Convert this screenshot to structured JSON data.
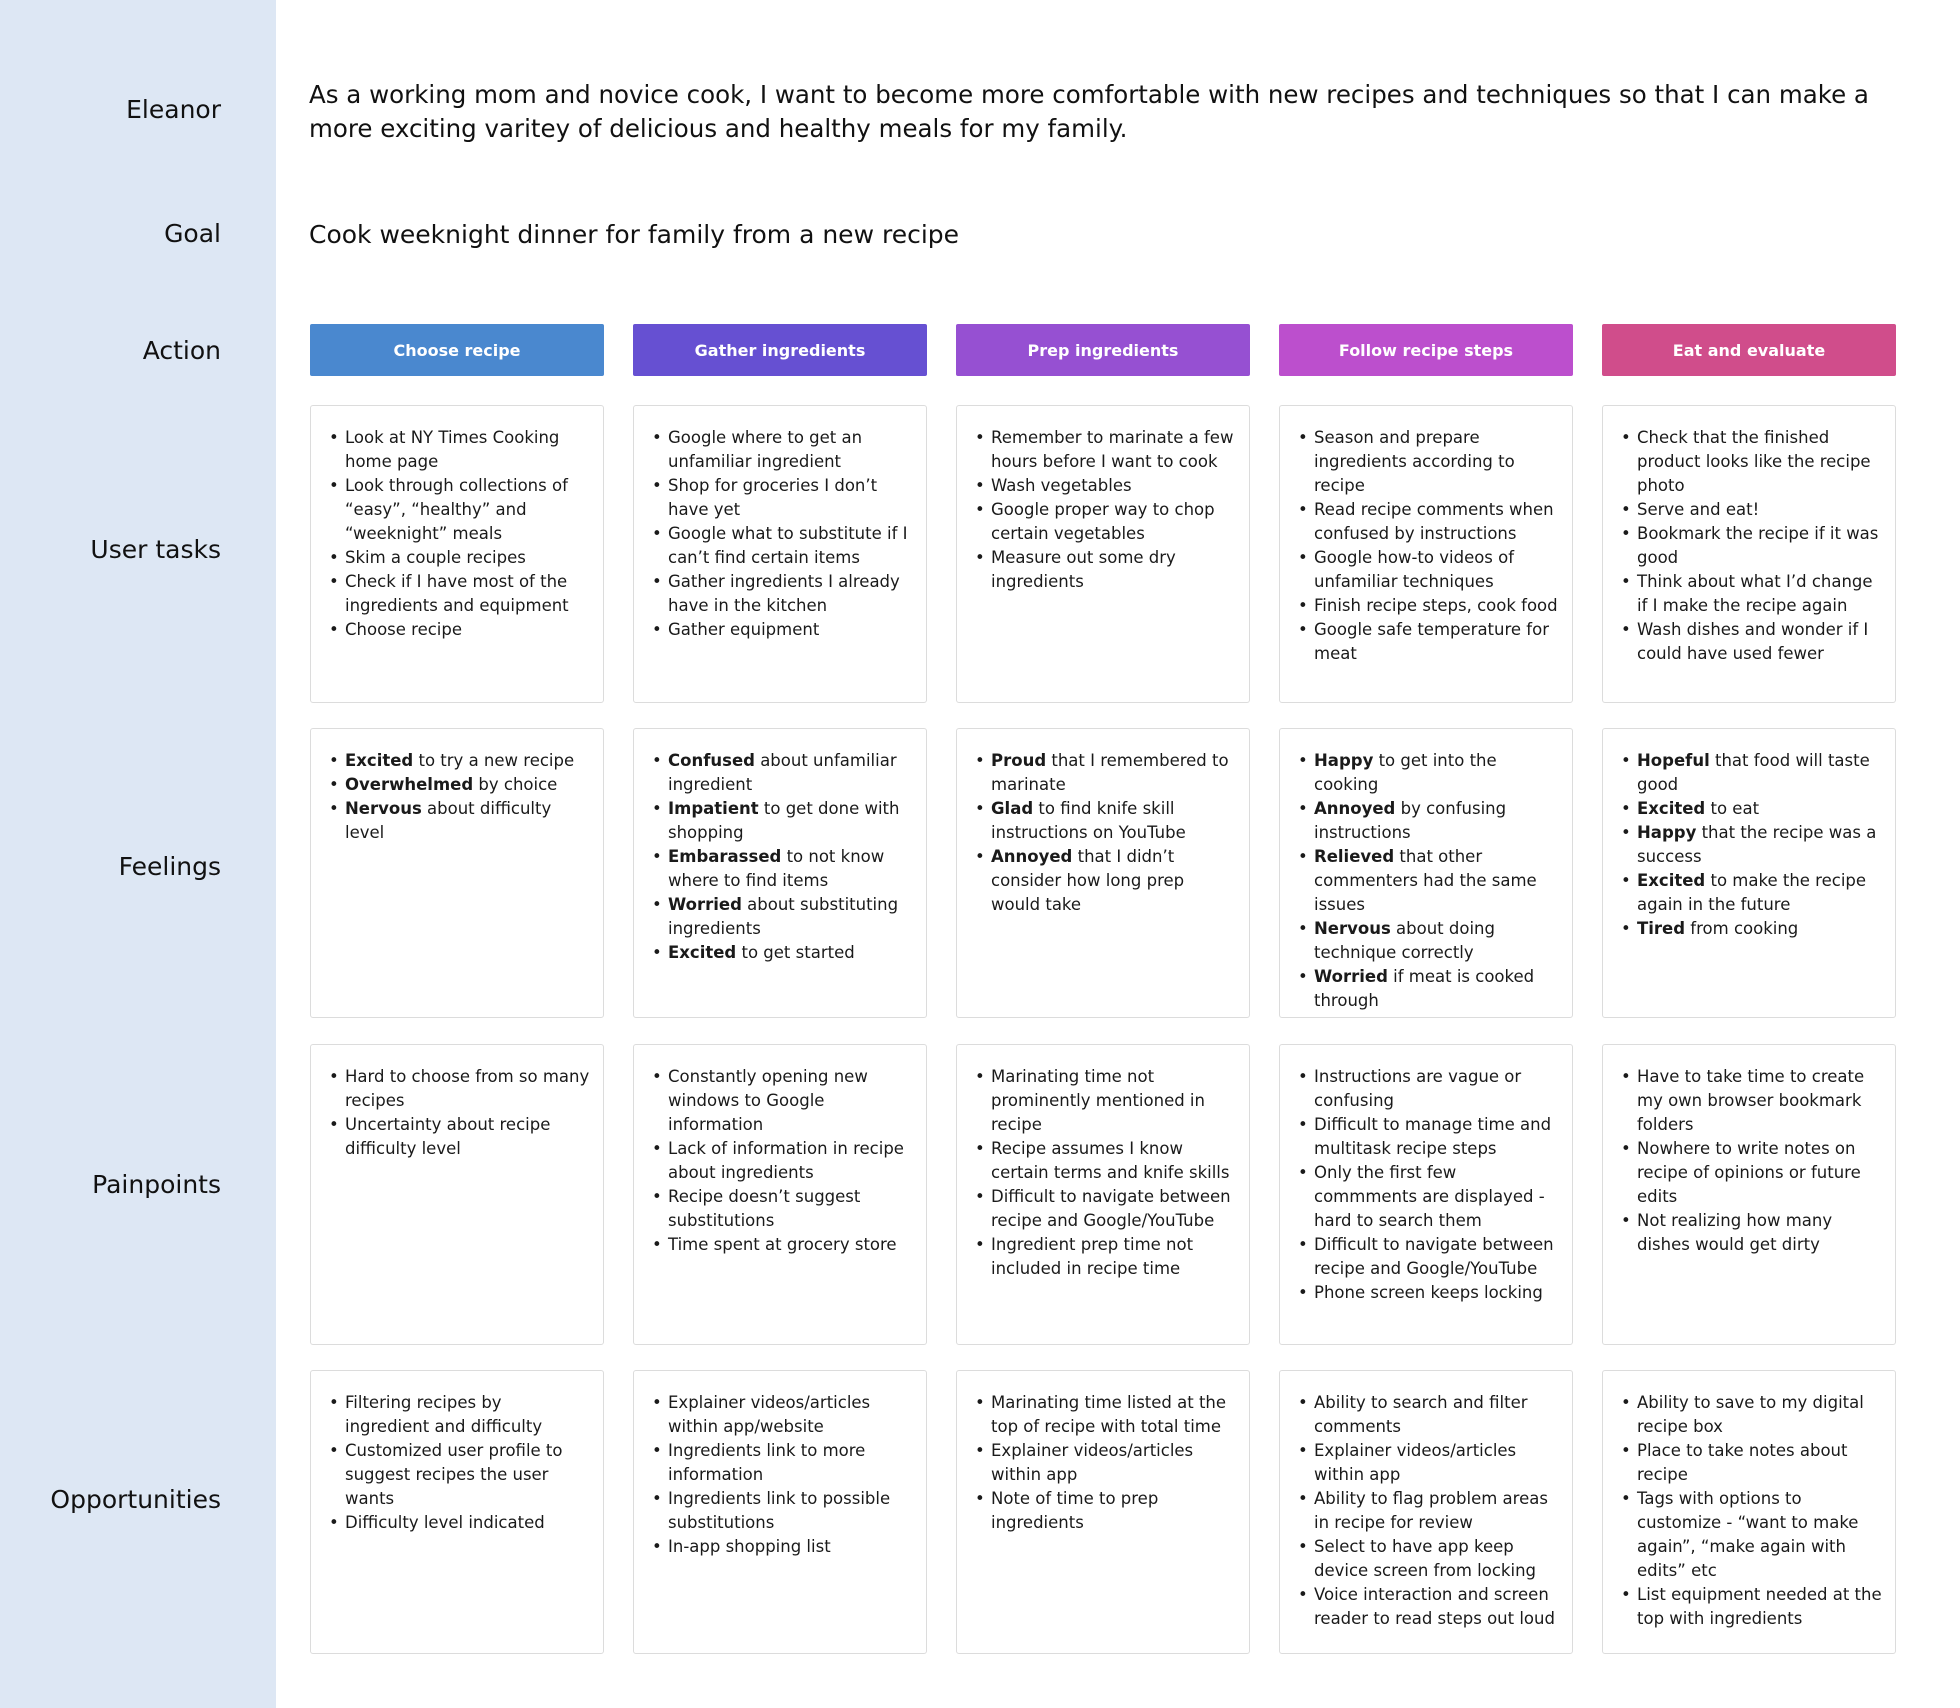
{
  "rows": {
    "persona": "Eleanor",
    "goal": "Goal",
    "action": "Action",
    "user_tasks": "User tasks",
    "feelings": "Feelings",
    "painpoints": "Painpoints",
    "opportunities": "Opportunities"
  },
  "persona_statement": "As a working mom and novice cook, I want to become more comfortable with new recipes and techniques so that I can make a more exciting varitey of delicious and healthy meals for my family.",
  "goal_text": "Cook weeknight dinner for family from a new recipe",
  "colors": {
    "sidebar": "#dde7f4",
    "action_1": "#4a88cf",
    "action_2": "#6650d2",
    "action_3": "#9650d2",
    "action_4": "#bc4fcd",
    "action_5": "#d04d8b"
  },
  "columns": [
    {
      "action": "Choose recipe",
      "user_tasks": [
        "Look at NY Times Cooking home page",
        "Look through collections of “easy”, “healthy” and “weeknight” meals",
        "Skim a couple recipes",
        "Check if I have most of the ingredients and equipment",
        "Choose recipe"
      ],
      "feelings": [
        {
          "emotion": "Excited",
          "text": " to try a new recipe"
        },
        {
          "emotion": "Overwhelmed",
          "text": " by choice"
        },
        {
          "emotion": "Nervous",
          "text": " about difficulty level"
        }
      ],
      "painpoints": [
        "Hard to choose from so many recipes",
        "Uncertainty about recipe difficulty level"
      ],
      "opportunities": [
        "Filtering recipes by ingredient and difficulty",
        "Customized user profile to suggest recipes the user wants",
        "Difficulty level indicated"
      ]
    },
    {
      "action": "Gather ingredients",
      "user_tasks": [
        "Google where to get an unfamiliar ingredient",
        "Shop for groceries I don’t have yet",
        "Google what to substitute if I can’t find certain items",
        "Gather ingredients I already have in the kitchen",
        "Gather equipment"
      ],
      "feelings": [
        {
          "emotion": "Confused",
          "text": " about unfamiliar ingredient"
        },
        {
          "emotion": "Impatient",
          "text": " to get done with shopping"
        },
        {
          "emotion": "Embarassed",
          "text": " to not know where to find items"
        },
        {
          "emotion": "Worried",
          "text": " about substituting ingredients"
        },
        {
          "emotion": "Excited",
          "text": " to get started"
        }
      ],
      "painpoints": [
        "Constantly opening new windows to Google information",
        "Lack of information in recipe about ingredients",
        "Recipe doesn’t suggest substitutions",
        "Time spent at grocery store"
      ],
      "opportunities": [
        "Explainer videos/articles within app/website",
        "Ingredients link to more information",
        "Ingredients link to possible substitutions",
        "In-app shopping list"
      ]
    },
    {
      "action": "Prep ingredients",
      "user_tasks": [
        "Remember to marinate a few hours before I want to cook",
        "Wash vegetables",
        "Google proper way to chop certain vegetables",
        "Measure out some dry ingredients"
      ],
      "feelings": [
        {
          "emotion": "Proud",
          "text": " that I remembered to marinate"
        },
        {
          "emotion": "Glad",
          "text": " to find knife skill instructions on YouTube"
        },
        {
          "emotion": "Annoyed",
          "text": " that I didn’t consider how long prep would take"
        }
      ],
      "painpoints": [
        "Marinating time not prominently mentioned in recipe",
        "Recipe assumes I know certain terms and knife skills",
        "Difficult to navigate between recipe and Google/YouTube",
        "Ingredient prep time not included in recipe time"
      ],
      "opportunities": [
        "Marinating time listed at the top of recipe with total time",
        "Explainer videos/articles within app",
        "Note of time to prep ingredients"
      ]
    },
    {
      "action": "Follow recipe steps",
      "user_tasks": [
        "Season and prepare ingredients according to recipe",
        "Read recipe comments when confused by instructions",
        "Google how-to videos of unfamiliar techniques",
        "Finish recipe steps, cook food",
        "Google safe temperature for meat"
      ],
      "feelings": [
        {
          "emotion": "Happy",
          "text": " to get into the cooking"
        },
        {
          "emotion": "Annoyed",
          "text": " by confusing instructions"
        },
        {
          "emotion": "Relieved",
          "text": " that other commenters had the same issues"
        },
        {
          "emotion": "Nervous",
          "text": " about doing technique correctly"
        },
        {
          "emotion": "Worried",
          "text": " if meat is cooked through"
        }
      ],
      "painpoints": [
        "Instructions are vague or confusing",
        "Difficult to manage time and multitask recipe steps",
        "Only the first few commments are displayed - hard to search them",
        "Difficult to navigate between recipe and Google/YouTube",
        "Phone screen keeps locking"
      ],
      "opportunities": [
        "Ability to search and filter comments",
        "Explainer videos/articles within app",
        "Ability to flag problem areas in recipe for review",
        "Select to have app keep device screen from locking",
        "Voice interaction and screen reader to read steps out loud"
      ]
    },
    {
      "action": "Eat and evaluate",
      "user_tasks": [
        "Check that the finished product looks like the recipe photo",
        "Serve and eat!",
        "Bookmark the recipe if it was good",
        "Think about what I’d change if I make the recipe again",
        "Wash dishes and wonder if I could have used fewer"
      ],
      "feelings": [
        {
          "emotion": "Hopeful",
          "text": " that food will taste good"
        },
        {
          "emotion": "Excited",
          "text": " to eat"
        },
        {
          "emotion": "Happy",
          "text": " that the recipe was a success"
        },
        {
          "emotion": "Excited",
          "text": " to make the recipe again in the future"
        },
        {
          "emotion": "Tired",
          "text": " from cooking"
        }
      ],
      "painpoints": [
        "Have to take time to create my own browser bookmark folders",
        "Nowhere to write notes on recipe of opinions or future edits",
        "Not realizing how many dishes would get dirty"
      ],
      "opportunities": [
        "Ability to save to my digital recipe box",
        "Place to take notes about recipe",
        "Tags with options to customize - “want to make again”, “make again with edits” etc",
        "List equipment needed at the top with ingredients"
      ]
    }
  ]
}
